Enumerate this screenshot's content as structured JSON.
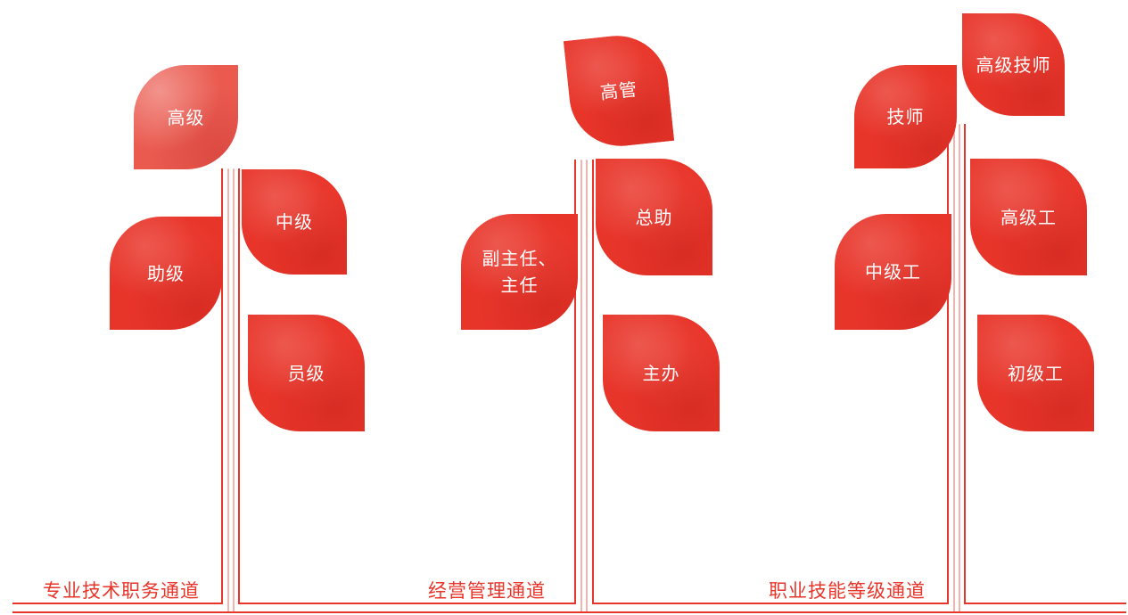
{
  "channels": [
    {
      "title": "专业技术职务通道",
      "levels": [
        "高级",
        "中级",
        "助级",
        "员级"
      ]
    },
    {
      "title": "经营管理通道",
      "levels": [
        "高管",
        "总助",
        "副主任、\n主任",
        "主办"
      ]
    },
    {
      "title": "职业技能等级通道",
      "levels": [
        "高级技师",
        "技师",
        "高级工",
        "中级工",
        "初级工"
      ]
    }
  ],
  "colors": {
    "accent": "#e8352a",
    "leaf_light": "#ea5a4f",
    "background": "#ffffff"
  }
}
